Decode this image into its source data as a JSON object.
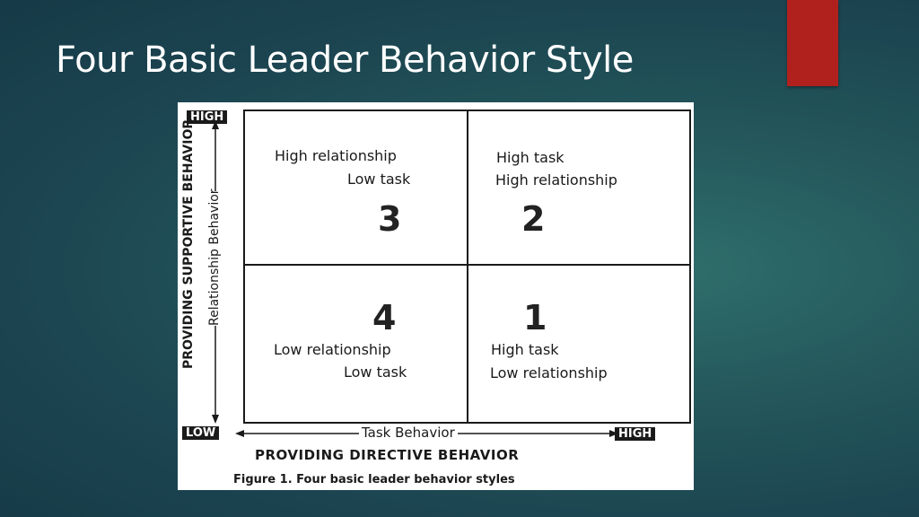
{
  "slide": {
    "title": "Four Basic Leader Behavior Style",
    "accent_color": "#b0201d"
  },
  "figure": {
    "y_high_label": "HIGH",
    "y_low_label": "LOW",
    "x_high_label": "HIGH",
    "y_axis_title": "PROVIDING SUPPORTIVE BEHAVIOR",
    "y_axis_subtitle": "Relationship Behavior",
    "x_axis_subtitle": "Task Behavior",
    "x_axis_title": "PROVIDING DIRECTIVE BEHAVIOR",
    "caption": "Figure 1. Four basic leader behavior styles",
    "quadrants": {
      "top_left": {
        "line1": "High relationship",
        "line2": "Low task",
        "number": "3"
      },
      "top_right": {
        "line1": "High task",
        "line2": "High relationship",
        "number": "2"
      },
      "bottom_left": {
        "number": "4",
        "line1": "Low relationship",
        "line2": "Low task"
      },
      "bottom_right": {
        "number": "1",
        "line1": "High task",
        "line2": "Low relationship"
      }
    }
  }
}
